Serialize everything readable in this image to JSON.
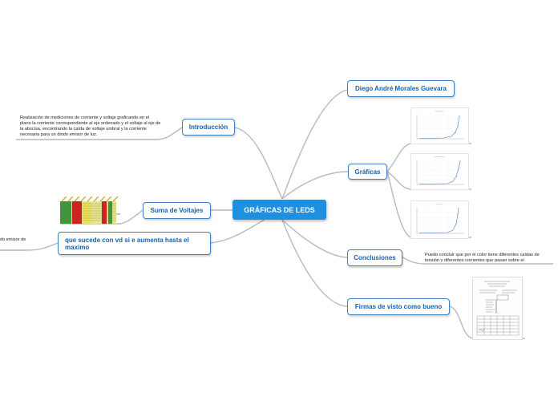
{
  "central": {
    "label": "GRÁFICAS DE LEDS"
  },
  "nodes": {
    "author": {
      "label": "Diego André Morales Guevara"
    },
    "graficas": {
      "label": "Gráficas"
    },
    "conclusiones": {
      "label": "Conclusiones"
    },
    "firmas": {
      "label": "Firmas de visto como bueno"
    },
    "introduccion": {
      "label": "Introducción"
    },
    "suma": {
      "label": "Suma de Voltajes"
    },
    "vd": {
      "label": "que sucede con vd si e aumenta hasta el maximo"
    }
  },
  "notes": {
    "introduccion": "Realización de mediciones de corriente y voltaje graficando en el plano la corriente correspondiente al eje ordenado y el voltaje al eje de la abscisa, encontrando la caída de voltaje umbral y la corriente necesaria para un diodo emisor de luz.",
    "conclusiones": "Puedo concluir que por el color tiene diferentes caídas de tensión y diferentes corrientes que pasan sobre el",
    "vd": "do emisor de"
  },
  "colors": {
    "central_bg": "#1f8fe0",
    "node_border": "#3c7fc2",
    "node_text": "#1a5fa8",
    "connector": "#b4b9c4"
  }
}
